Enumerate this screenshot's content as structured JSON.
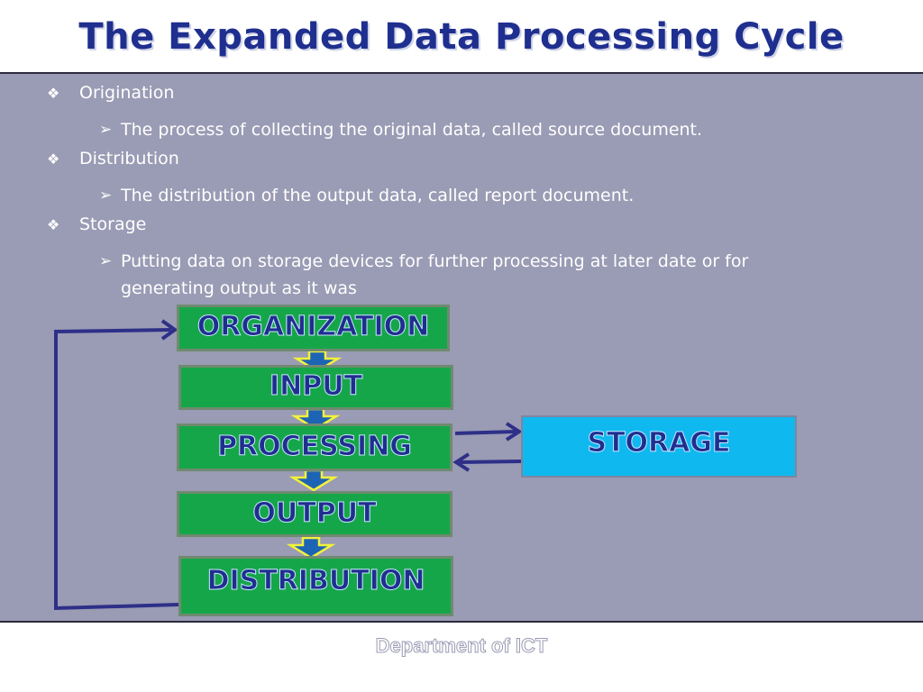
{
  "title": "The Expanded Data Processing Cycle",
  "bullets": [
    {
      "label": "Origination",
      "sub": "The process of collecting the original data, called source document."
    },
    {
      "label": "Distribution",
      "sub": "The distribution of the output data, called report document."
    },
    {
      "label": "Storage",
      "sub_line1": "Putting data on storage devices for further processing at later date or for",
      "sub_line2": "generating output as it was"
    }
  ],
  "symbols": {
    "level1": "❖",
    "level2": "➢"
  },
  "flow": {
    "step1": "ORGANIZATION",
    "step2": "INPUT",
    "step3": "PROCESSING",
    "step4": "OUTPUT",
    "step5": "DISTRIBUTION",
    "storage": "STORAGE"
  },
  "footer": "Department of ICT",
  "colors": {
    "panel": "#9a9bb4",
    "box_green": "#16a64a",
    "storage_blue": "#0fb8ef",
    "title": "#1f2f8f",
    "arrow_line": "#2e2f88",
    "down_arrow": "#1e64b4",
    "down_arrow_outline": "#f2f23a"
  }
}
